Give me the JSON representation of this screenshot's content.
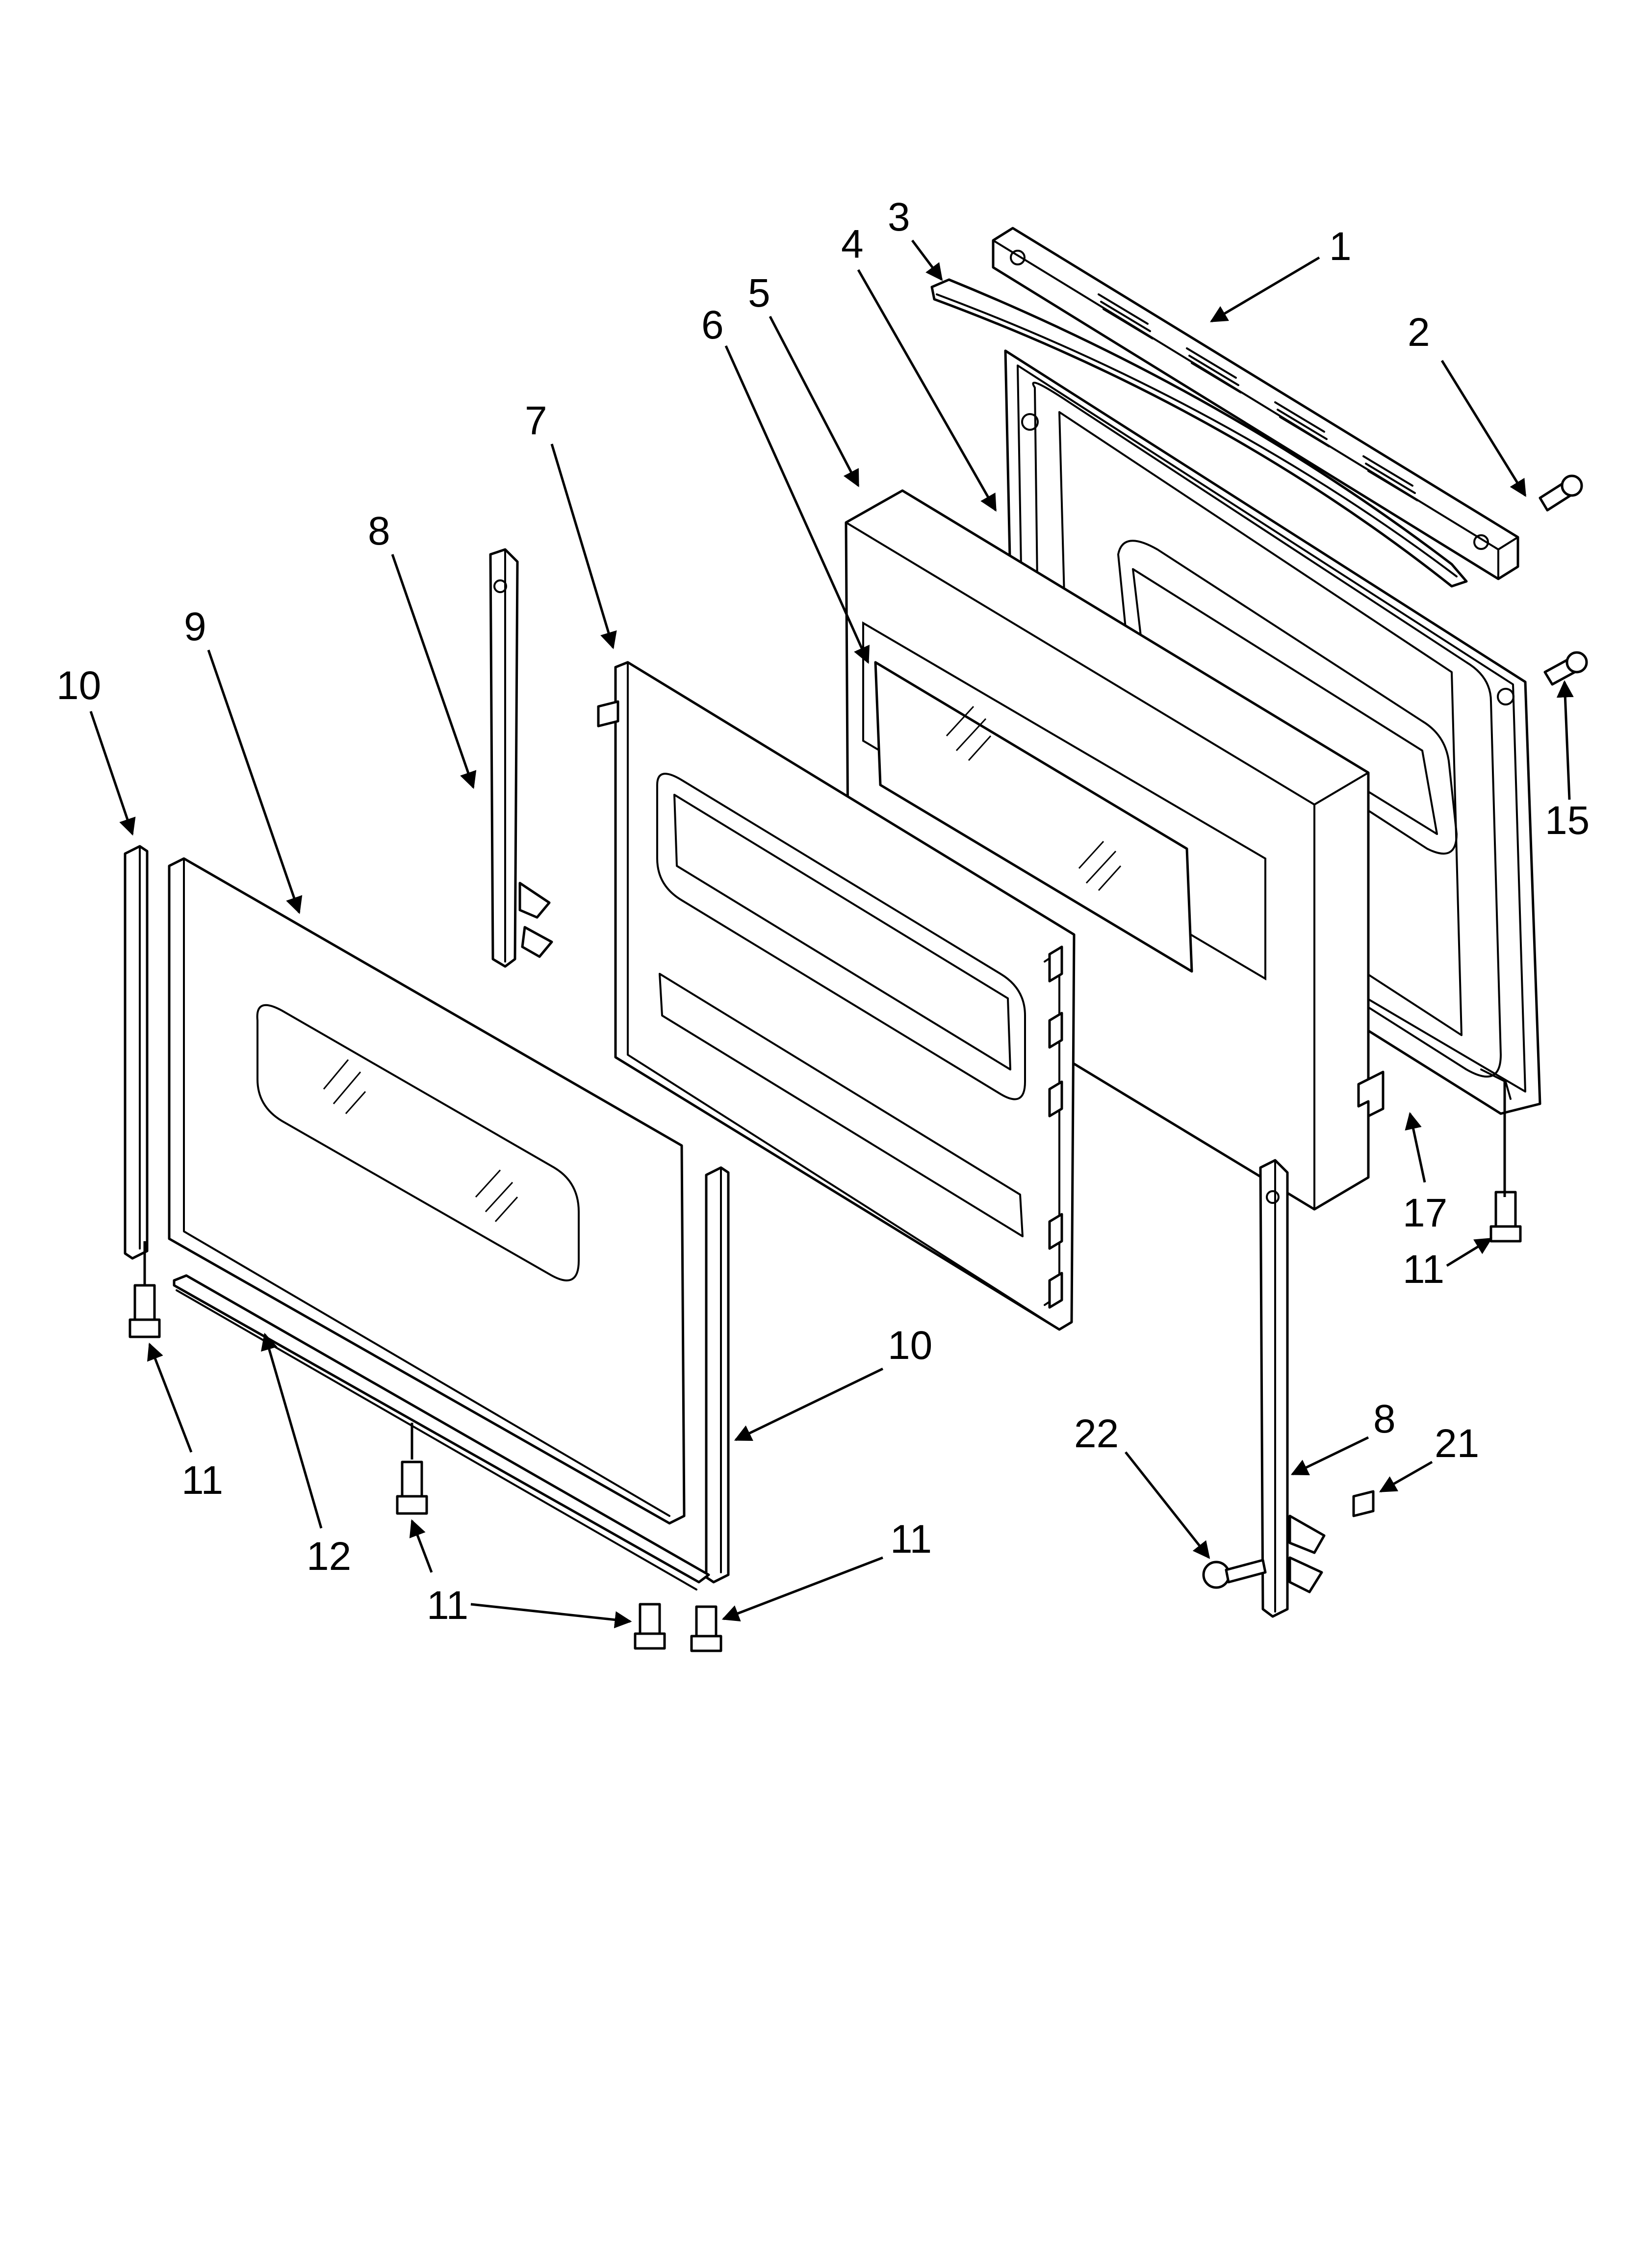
{
  "diagram": {
    "callouts": [
      {
        "id": "c1",
        "label": "1"
      },
      {
        "id": "c2",
        "label": "2"
      },
      {
        "id": "c3",
        "label": "3"
      },
      {
        "id": "c4",
        "label": "4"
      },
      {
        "id": "c5",
        "label": "5"
      },
      {
        "id": "c6",
        "label": "6"
      },
      {
        "id": "c7",
        "label": "7"
      },
      {
        "id": "c8a",
        "label": "8"
      },
      {
        "id": "c9",
        "label": "9"
      },
      {
        "id": "c10a",
        "label": "10"
      },
      {
        "id": "c15",
        "label": "15"
      },
      {
        "id": "c17",
        "label": "17"
      },
      {
        "id": "c11a",
        "label": "11"
      },
      {
        "id": "c10b",
        "label": "10"
      },
      {
        "id": "c11b",
        "label": "11"
      },
      {
        "id": "c12",
        "label": "12"
      },
      {
        "id": "c11c",
        "label": "11"
      },
      {
        "id": "c11d",
        "label": "11"
      },
      {
        "id": "c8b",
        "label": "8"
      },
      {
        "id": "c22",
        "label": "22"
      },
      {
        "id": "c21",
        "label": "21"
      }
    ]
  }
}
